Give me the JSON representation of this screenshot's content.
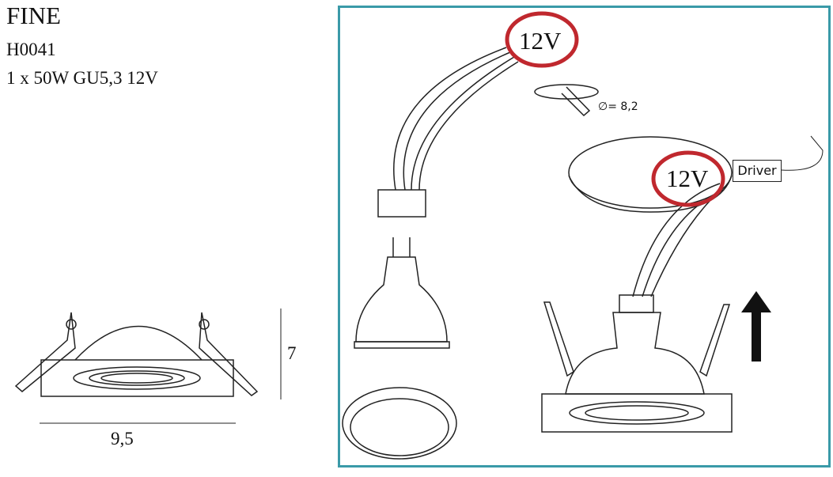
{
  "product": {
    "name": "FINE",
    "code": "H0041",
    "spec": "1 x 50W GU5,3 12V"
  },
  "dimensions": {
    "height": "7",
    "width": "9,5"
  },
  "installation": {
    "voltage_label_1": "12V",
    "voltage_label_2": "12V",
    "cutout_diameter": "∅= 8,2",
    "driver_label": "Driver"
  },
  "colors": {
    "panel_border": "#3a9aa8",
    "highlight_circle": "#c0282e"
  }
}
